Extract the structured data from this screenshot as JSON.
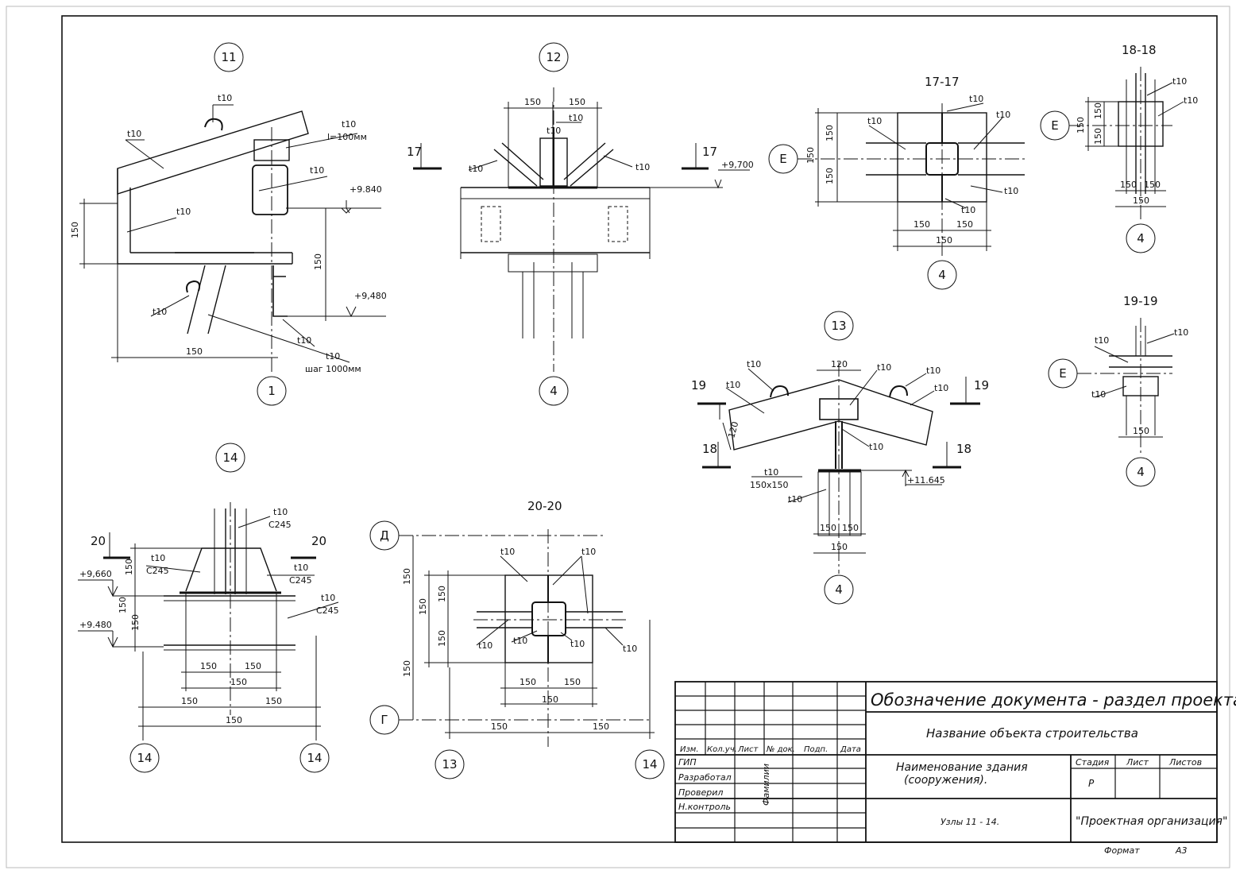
{
  "nodes": {
    "n11": {
      "label": "11",
      "axis": "1",
      "plates": [
        "t10",
        "t10",
        "t10",
        "t10",
        "t10",
        "t10",
        "t10"
      ],
      "plate_length": "l=100мм",
      "pitch": "шаг 1000мм",
      "marks": [
        "+9.840",
        "+9,480"
      ],
      "dims": [
        "150",
        "150",
        "150"
      ]
    },
    "n12": {
      "label": "12",
      "axis": "4",
      "section": "17",
      "plates": [
        "t10",
        "t10",
        "t10",
        "t10"
      ],
      "mark": "+9,700",
      "dims": [
        "150",
        "150"
      ]
    },
    "n13": {
      "label": "13",
      "axis": "4",
      "sections": [
        "19",
        "19",
        "18",
        "18"
      ],
      "plates": [
        "t10",
        "t10",
        "t10",
        "t10",
        "t10",
        "t10",
        "t10"
      ],
      "plate_size": "150x150",
      "mark": "+11.645",
      "dims": [
        "120",
        "120",
        "150",
        "150",
        "150"
      ]
    },
    "n14": {
      "label": "14",
      "axes": [
        "14",
        "14"
      ],
      "section": "20",
      "plates": [
        "t10",
        "t10",
        "t10",
        "t10"
      ],
      "steel": [
        "C245",
        "C245",
        "C245",
        "C245"
      ],
      "marks": [
        "+9,660",
        "+9.480"
      ],
      "dims": [
        "150",
        "150",
        "150",
        "150",
        "150",
        "150",
        "150",
        "150",
        "150"
      ]
    }
  },
  "sections": {
    "s1717": {
      "title": "17-17",
      "axis_e": "Е",
      "axis_4": "4",
      "plates": [
        "t10",
        "t10",
        "t10",
        "t10",
        "t10"
      ],
      "dims": [
        "150",
        "150",
        "150",
        "150",
        "150",
        "150"
      ]
    },
    "s1818": {
      "title": "18-18",
      "axis_e": "Е",
      "axis_4": "4",
      "plates": [
        "t10",
        "t10"
      ],
      "dims": [
        "150",
        "150",
        "150",
        "150",
        "150",
        "150"
      ]
    },
    "s1919": {
      "title": "19-19",
      "axis_e": "Е",
      "axis_4": "4",
      "plates": [
        "t10",
        "t10",
        "t10"
      ],
      "dims": [
        "150"
      ]
    },
    "s2020": {
      "title": "20-20",
      "axis_d": "Д",
      "axis_g": "Г",
      "axis_13": "13",
      "axis_14": "14",
      "plates": [
        "t10",
        "t10",
        "t10",
        "t10",
        "t10",
        "t10"
      ],
      "dims": [
        "150",
        "150",
        "150",
        "150",
        "150",
        "150",
        "150",
        "150",
        "150",
        "150"
      ]
    }
  },
  "title_block": {
    "doc_designation": "Обозначение документа - раздел проекта",
    "object_name": "Название объекта строительства",
    "building_name_1": "Наименование здания",
    "building_name_2": "(сооружения).",
    "sheet_title": "Узлы 11 - 14.",
    "organization": "\"Проектная организация\"",
    "cols": [
      "Изм.",
      "Кол.уч.",
      "Лист",
      "№ док.",
      "Подп.",
      "Дата"
    ],
    "roles": [
      "ГИП",
      "Разработал",
      "Проверил",
      "Н.контроль"
    ],
    "surnames": "Фамилии",
    "stage_label": "Стадия",
    "sheet_label": "Лист",
    "sheets_label": "Листов",
    "stage_value": "Р",
    "format_label": "Формат",
    "format_value": "А3"
  }
}
